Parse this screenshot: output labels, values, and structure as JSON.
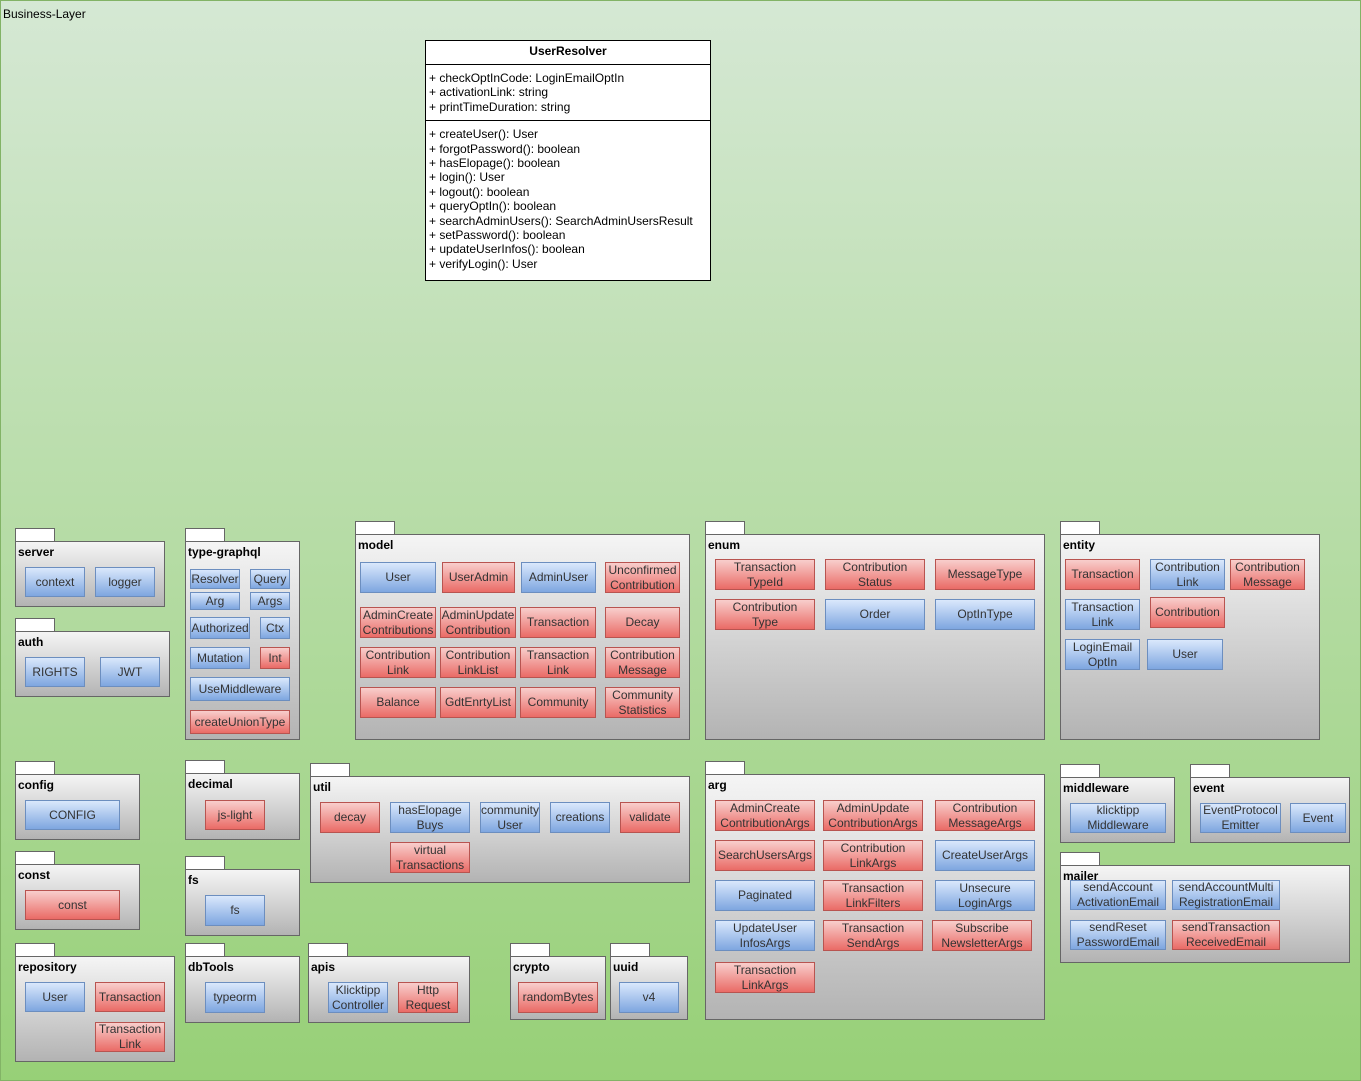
{
  "layer": {
    "title": "Business-Layer"
  },
  "resolver": {
    "name": "UserResolver",
    "attributes": [
      "+ checkOptInCode: LoginEmailOptIn",
      "+ activationLink: string",
      "+ printTimeDuration: string"
    ],
    "methods": [
      "+ createUser(): User",
      "+ forgotPassword(): boolean",
      "+ hasElopage(): boolean",
      "+ login(): User",
      "+ logout(): boolean",
      "+ queryOptIn(): boolean",
      "+ searchAdminUsers(): SearchAdminUsersResult",
      "+ setPassword(): boolean",
      "+ updateUserInfos(): boolean",
      "+ verifyLogin(): User"
    ]
  },
  "colors": {
    "blue": "#7ea6e0",
    "red": "#ea6b66",
    "background_top": "#d5e8d4",
    "background_bottom": "#97d077"
  },
  "packages": {
    "server": {
      "name": "server",
      "items": [
        "context",
        "logger"
      ]
    },
    "auth": {
      "name": "auth",
      "items": [
        "RIGHTS",
        "JWT"
      ]
    },
    "config": {
      "name": "config",
      "items": [
        "CONFIG"
      ]
    },
    "const": {
      "name": "const",
      "items": [
        "const"
      ]
    },
    "repository": {
      "name": "repository",
      "items": [
        "User",
        "Transaction",
        "Transaction\nLink"
      ]
    },
    "type_graphql": {
      "name": "type-graphql",
      "items": [
        "Resolver",
        "Query",
        "Arg",
        "Args",
        "Authorized",
        "Ctx",
        "Mutation",
        "Int",
        "UseMiddleware",
        "createUnionType"
      ]
    },
    "decimal": {
      "name": "decimal",
      "items": [
        "js-light"
      ]
    },
    "fs": {
      "name": "fs",
      "items": [
        "fs"
      ]
    },
    "dbTools": {
      "name": "dbTools",
      "items": [
        "typeorm"
      ]
    },
    "apis": {
      "name": "apis",
      "items": [
        "Klicktipp\nController",
        "Http\nRequest"
      ]
    },
    "model": {
      "name": "model",
      "items": [
        "User",
        "UserAdmin",
        "AdminUser",
        "Unconfirmed\nContribution",
        "AdminCreate\nContributions",
        "AdminUpdate\nContribution",
        "Transaction",
        "Decay",
        "Contribution\nLink",
        "Contribution\nLinkList",
        "Transaction\nLink",
        "Contribution\nMessage",
        "Balance",
        "GdtEnrtyList",
        "Community",
        "Community\nStatistics"
      ]
    },
    "util": {
      "name": "util",
      "items": [
        "decay",
        "hasElopage\nBuys",
        "community\nUser",
        "creations",
        "validate",
        "virtual\nTransactions"
      ]
    },
    "crypto": {
      "name": "crypto",
      "items": [
        "randomBytes"
      ]
    },
    "uuid": {
      "name": "uuid",
      "items": [
        "v4"
      ]
    },
    "enum": {
      "name": "enum",
      "items": [
        "Transaction\nTypeId",
        "Contribution\nStatus",
        "MessageType",
        "Contribution\nType",
        "Order",
        "OptInType"
      ]
    },
    "arg": {
      "name": "arg",
      "items": [
        "AdminCreate\nContributionArgs",
        "AdminUpdate\nContributionArgs",
        "Contribution\nMessageArgs",
        "SearchUsersArgs",
        "Contribution\nLinkArgs",
        "CreateUserArgs",
        "Paginated",
        "Transaction\nLinkFilters",
        "Unsecure\nLoginArgs",
        "UpdateUser\nInfosArgs",
        "Transaction\nSendArgs",
        "Subscribe\nNewsletterArgs",
        "Transaction\nLinkArgs"
      ]
    },
    "entity": {
      "name": "entity",
      "items": [
        "Transaction",
        "Contribution\nLink",
        "Contribution\nMessage",
        "Transaction\nLink",
        "Contribution",
        "LoginEmail\nOptIn",
        "User"
      ]
    },
    "middleware": {
      "name": "middleware",
      "items": [
        "klicktipp\nMiddleware"
      ]
    },
    "event": {
      "name": "event",
      "items": [
        "EventProtocol\nEmitter",
        "Event"
      ]
    },
    "mailer": {
      "name": "mailer",
      "items": [
        "sendAccount\nActivationEmail",
        "sendAccountMulti\nRegistrationEmail",
        "sendReset\nPasswordEmail",
        "sendTransaction\nReceivedEmail"
      ]
    }
  }
}
